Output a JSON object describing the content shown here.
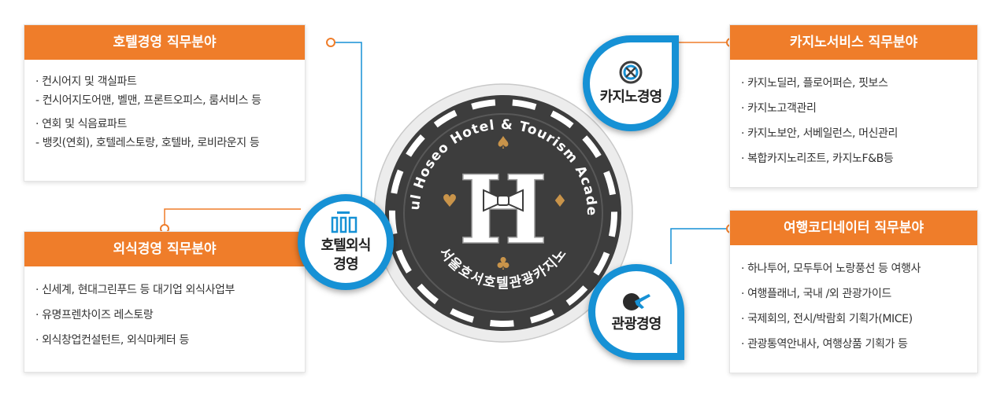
{
  "panels": {
    "hotel": {
      "title": "호텔경영 직무분야",
      "items": [
        {
          "main": "컨시어지 및 객실파트",
          "sub": "- 컨시어지도어맨, 벨맨, 프론트오피스, 룸서비스 등"
        },
        {
          "main": "연회 및 식음료파트",
          "sub": "- 뱅킷(연회), 호텔레스토랑, 호텔바, 로비라운지 등"
        }
      ]
    },
    "food": {
      "title": "외식경영 직무분야",
      "items": [
        "신세계, 현대그린푸드 등 대기업 외식사업부",
        "유명프렌차이즈 레스토랑",
        "외식창업컨설턴트, 외식마케터 등"
      ]
    },
    "casino": {
      "title": "카지노서비스 직무분야",
      "items": [
        "카지노딜러, 플로어퍼슨, 핏보스",
        "카지노고객관리",
        "카지노보안, 서베일런스, 머신관리",
        "복합카지노리조트, 카지노F&B등"
      ]
    },
    "tour": {
      "title": "여행코디네이터 직무분야",
      "items": [
        "하나투어, 모두투어 노랑풍선 등 여행사",
        "여행플래너, 국내 /외 관광가이드",
        "국제회의, 전시/박람회 기획가(MICE)",
        "관광통역안내사, 여행상품 기획가 등"
      ]
    }
  },
  "bullet": "·",
  "bubbles": {
    "hotelfood": {
      "label_line1": "호텔외식",
      "label_line2": "경영",
      "icon": "hotel-building-icon"
    },
    "casino": {
      "label": "카지노경영",
      "icon": "roulette-wheel-icon"
    },
    "tour": {
      "label": "관광경영",
      "icon": "airplane-travel-icon"
    }
  },
  "center": {
    "arc_top_text": "Seoul Hoseo Hotel & Tourism Academy",
    "arc_bottom_text": "서울호서호텔관광카지노",
    "emblem_letter": "H",
    "icons": [
      "spade-icon",
      "heart-icon",
      "diamond-icon",
      "club-icon",
      "bowtie-icon"
    ]
  },
  "colors": {
    "accent_orange": "#ef7d2a",
    "accent_blue": "#1691d5",
    "chip_dark": "#3d3d3d",
    "chip_gold": "#c9944a"
  }
}
